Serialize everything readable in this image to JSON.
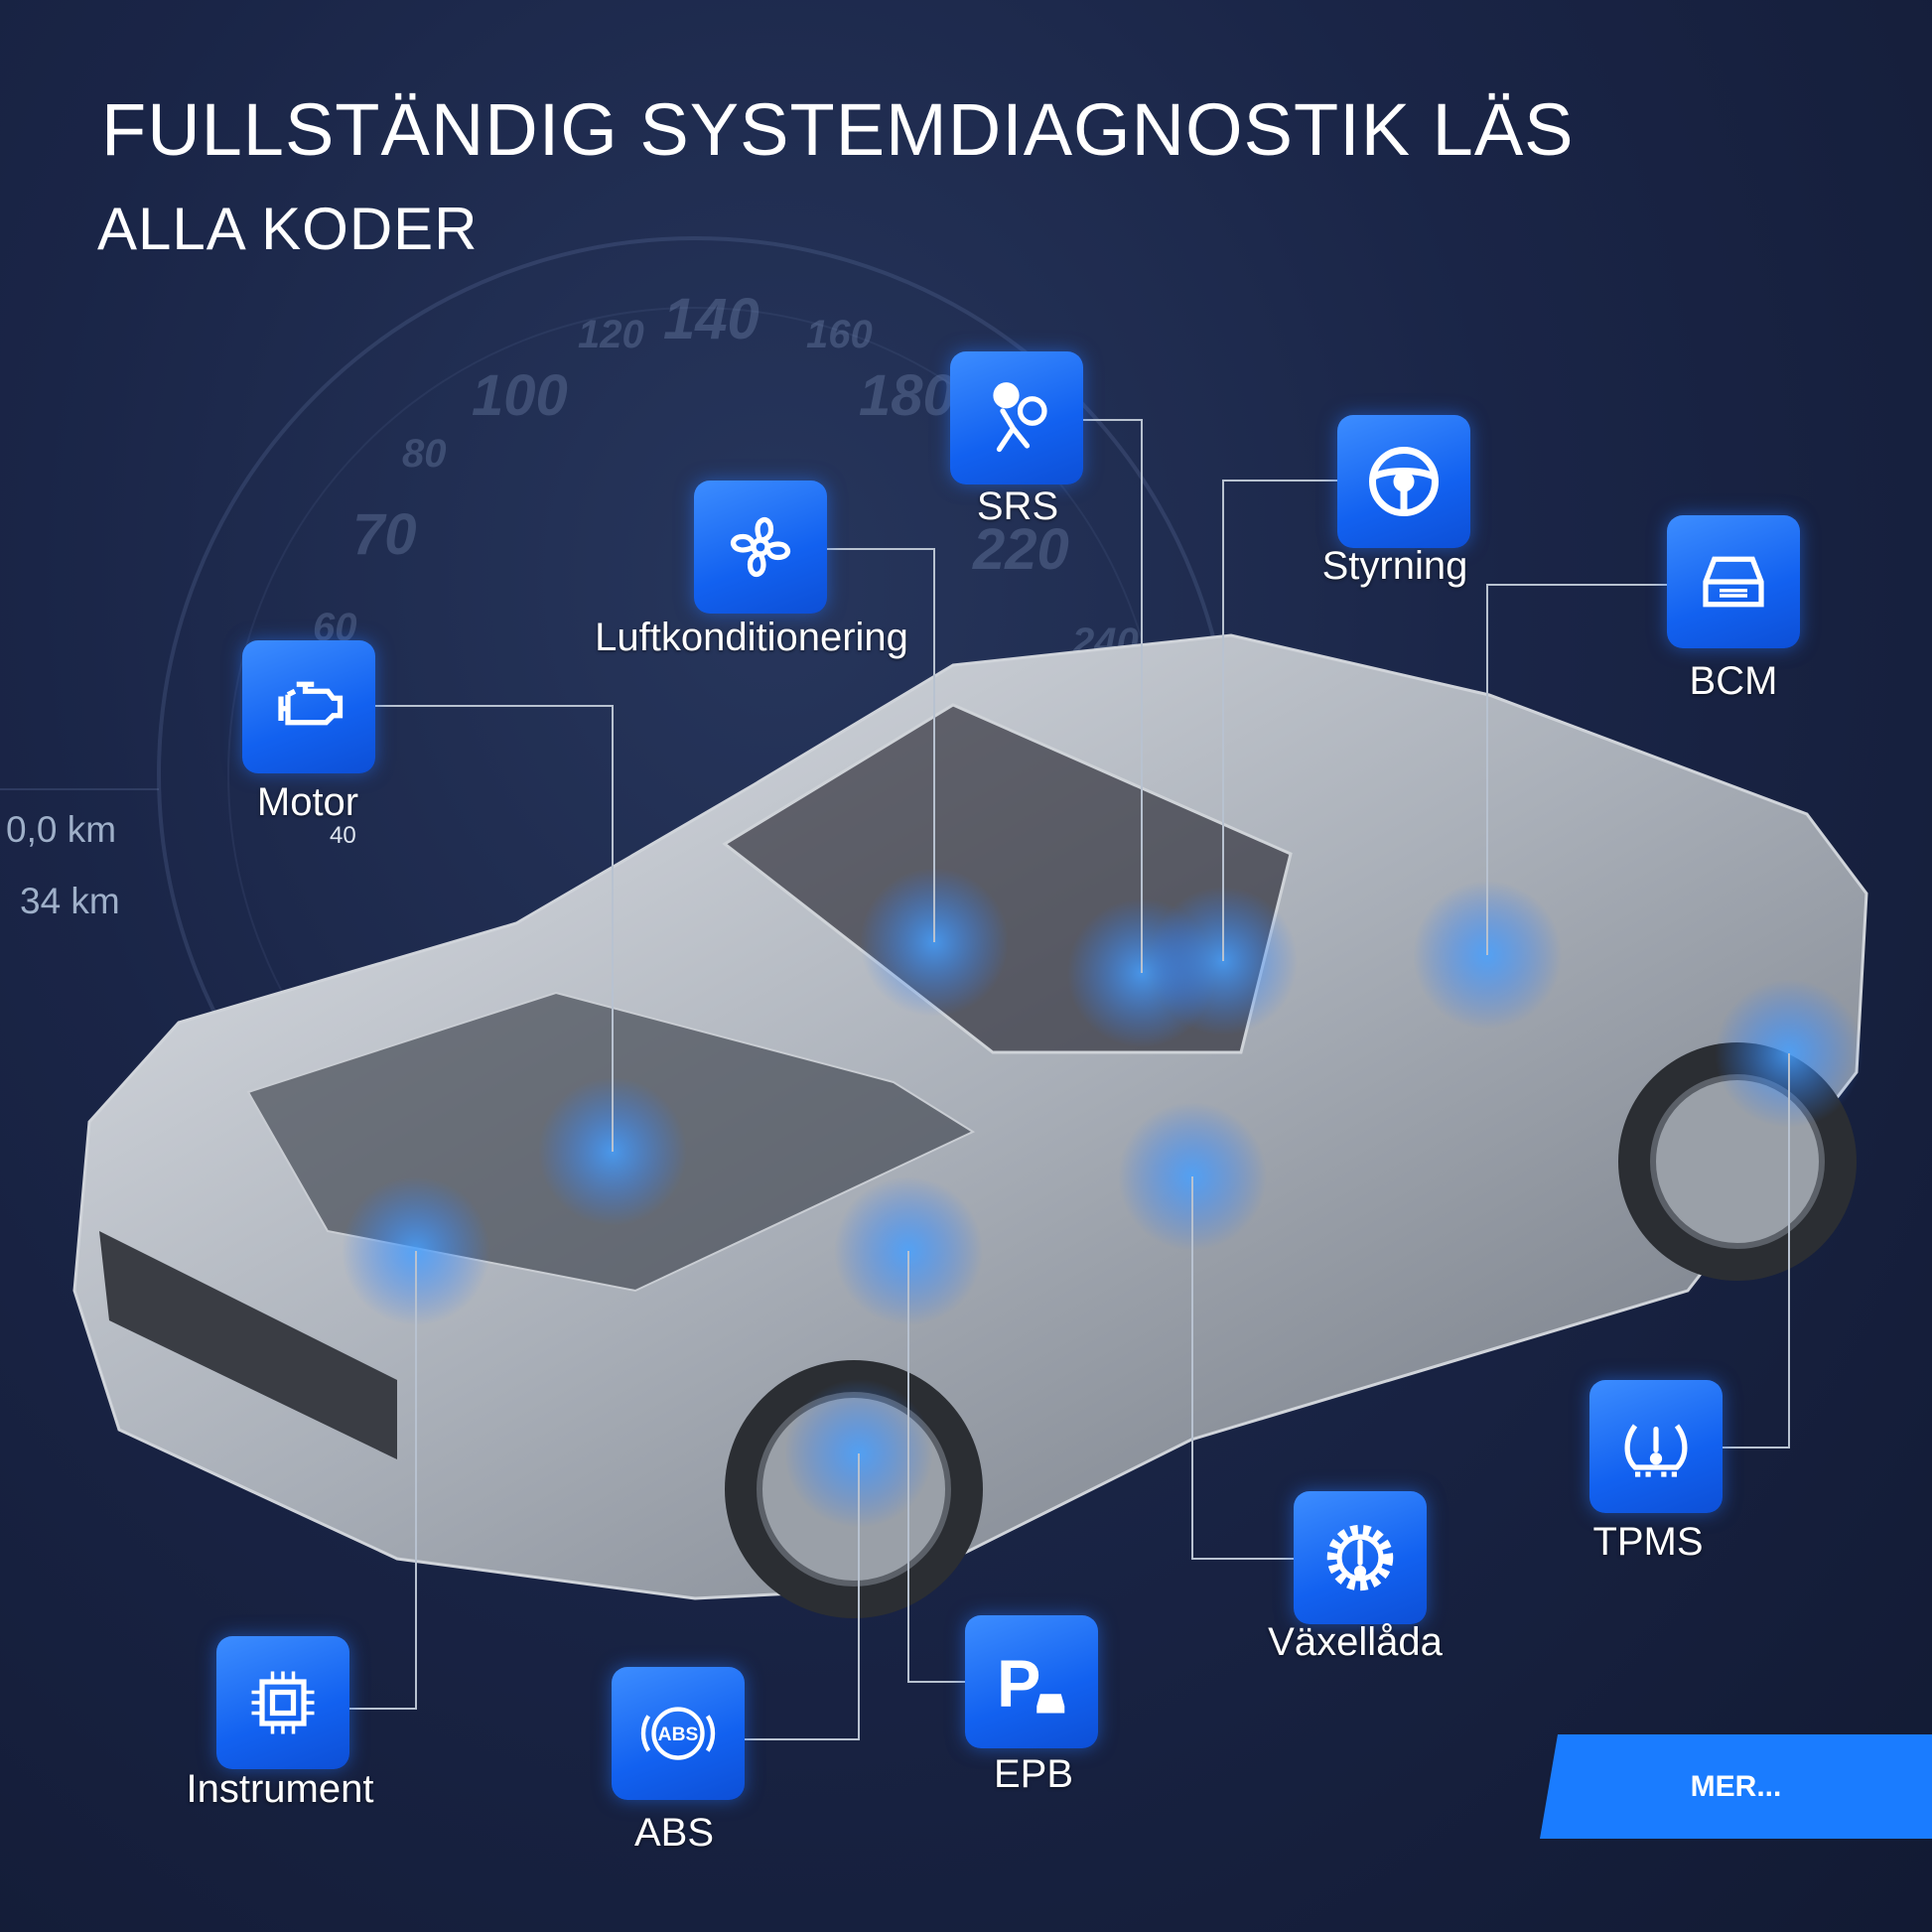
{
  "header": {
    "title": "FULLSTÄNDIG SYSTEMDIAGNOSTIK LÄS",
    "subtitle": "ALLA KODER"
  },
  "dashboard": {
    "odometer_trip": "0,0 km",
    "odometer_range": "34 km",
    "gauge_small": "40",
    "speedometer": [
      "60",
      "70",
      "80",
      "100",
      "120",
      "140",
      "160",
      "180",
      "220",
      "240"
    ]
  },
  "modules": [
    {
      "id": "srs",
      "label": "SRS",
      "icon": "airbag-icon"
    },
    {
      "id": "ac",
      "label": "Luftkonditionering",
      "icon": "fan-icon"
    },
    {
      "id": "steering",
      "label": "Styrning",
      "icon": "steering-wheel-icon"
    },
    {
      "id": "bcm",
      "label": "BCM",
      "icon": "car-body-icon"
    },
    {
      "id": "motor",
      "label": "Motor",
      "icon": "engine-icon"
    },
    {
      "id": "instrument",
      "label": "Instrument",
      "icon": "chip-icon"
    },
    {
      "id": "abs",
      "label": "ABS",
      "icon": "abs-icon",
      "icon_text": "ABS"
    },
    {
      "id": "epb",
      "label": "EPB",
      "icon": "parking-brake-icon",
      "icon_text": "P"
    },
    {
      "id": "gearbox",
      "label": "Växellåda",
      "icon": "gear-warning-icon"
    },
    {
      "id": "tpms",
      "label": "TPMS",
      "icon": "tire-pressure-icon"
    }
  ],
  "more_button": {
    "label": "MER..."
  },
  "colors": {
    "accent": "#1a7cff",
    "background": "#1a2547",
    "icon_bg": "#1261f0"
  }
}
